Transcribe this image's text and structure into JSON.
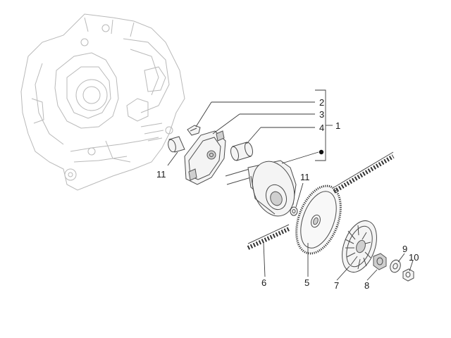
{
  "diagram": {
    "callouts": [
      {
        "id": "c1",
        "text": "1"
      },
      {
        "id": "c2",
        "text": "2"
      },
      {
        "id": "c3",
        "text": "3"
      },
      {
        "id": "c4",
        "text": "4"
      },
      {
        "id": "c5",
        "text": "5"
      },
      {
        "id": "c6",
        "text": "6"
      },
      {
        "id": "c7",
        "text": "7"
      },
      {
        "id": "c8",
        "text": "8"
      },
      {
        "id": "c9",
        "text": "9"
      },
      {
        "id": "c10",
        "text": "10"
      },
      {
        "id": "c11a",
        "text": "11"
      },
      {
        "id": "c11b",
        "text": "11"
      }
    ]
  }
}
